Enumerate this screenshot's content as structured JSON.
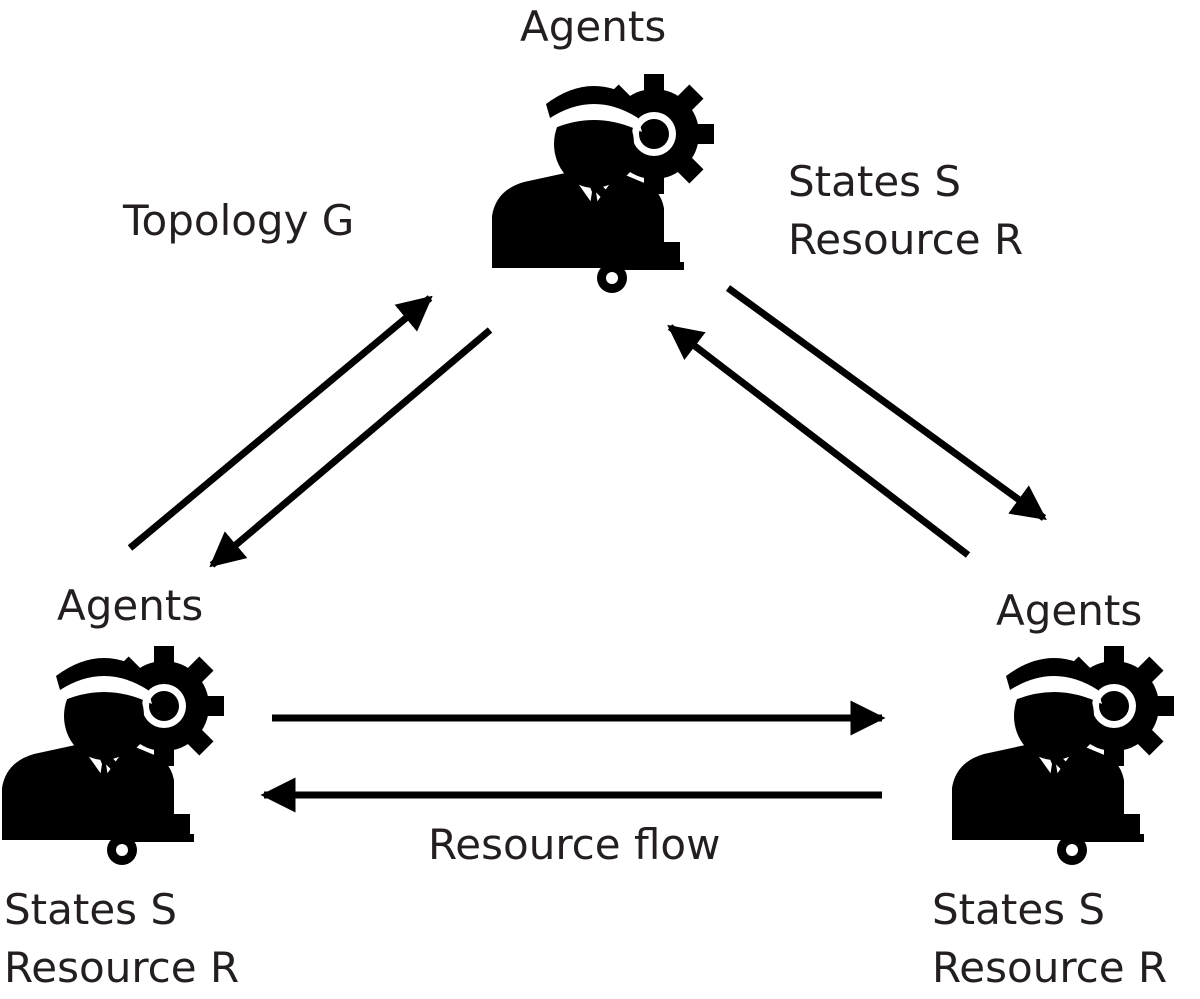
{
  "nodes": {
    "top": {
      "title": "Agents",
      "icon": "agent-with-gear-and-cart-icon",
      "states": "States S",
      "resource": "Resource R"
    },
    "left": {
      "title": "Agents",
      "icon": "agent-with-gear-and-cart-icon",
      "states": "States S",
      "resource": "Resource R"
    },
    "right": {
      "title": "Agents",
      "icon": "agent-with-gear-and-cart-icon",
      "states": "States S",
      "resource": "Resource R"
    }
  },
  "edges": {
    "topology_label": "Topology G",
    "resource_flow_label": "Resource flow"
  },
  "colors": {
    "ink": "#000000",
    "text": "#231f20",
    "background": "#ffffff"
  }
}
